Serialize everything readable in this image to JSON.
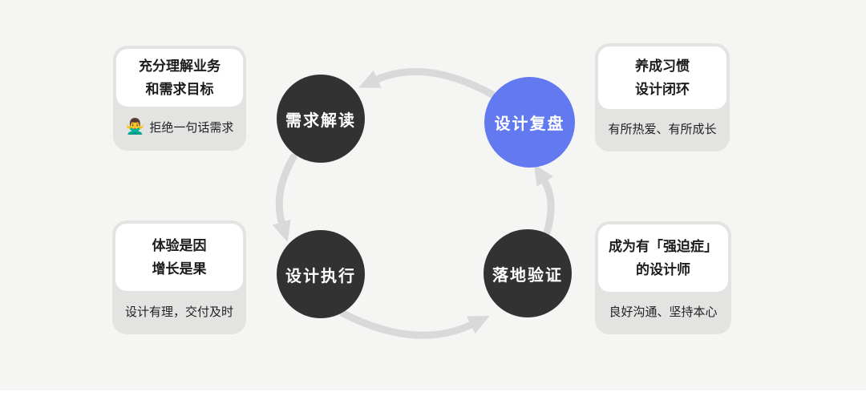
{
  "colors": {
    "canvas_bg": "#f5f5f4",
    "card_bg": "#e3e3e2",
    "card_inner_bg": "#ffffff",
    "node_dark": "#323232",
    "node_accent_blue": "#6379f0",
    "arrow": "#d9d9d9",
    "title_text": "#1c1c1c",
    "node_text": "#ffffff"
  },
  "cards": {
    "top_left": {
      "title_line1": "充分理解业务",
      "title_line2": "和需求目标",
      "emoji": "🙅‍♂️",
      "note": "拒绝一句话需求"
    },
    "top_right": {
      "title_line1": "养成习惯",
      "title_line2": "设计闭环",
      "note": "有所热爱、有所成长"
    },
    "bottom_left": {
      "title_line1": "体验是因",
      "title_line2": "增长是果",
      "note": "设计有理，交付及时"
    },
    "bottom_right": {
      "title_line1": "成为有「强迫症」",
      "title_line2": "的设计师",
      "note": "良好沟通、坚持本心"
    }
  },
  "nodes": [
    {
      "label": "需求解读",
      "type": "dark"
    },
    {
      "label": "设计复盘",
      "type": "accent"
    },
    {
      "label": "设计执行",
      "type": "dark"
    },
    {
      "label": "落地验证",
      "type": "dark"
    }
  ]
}
